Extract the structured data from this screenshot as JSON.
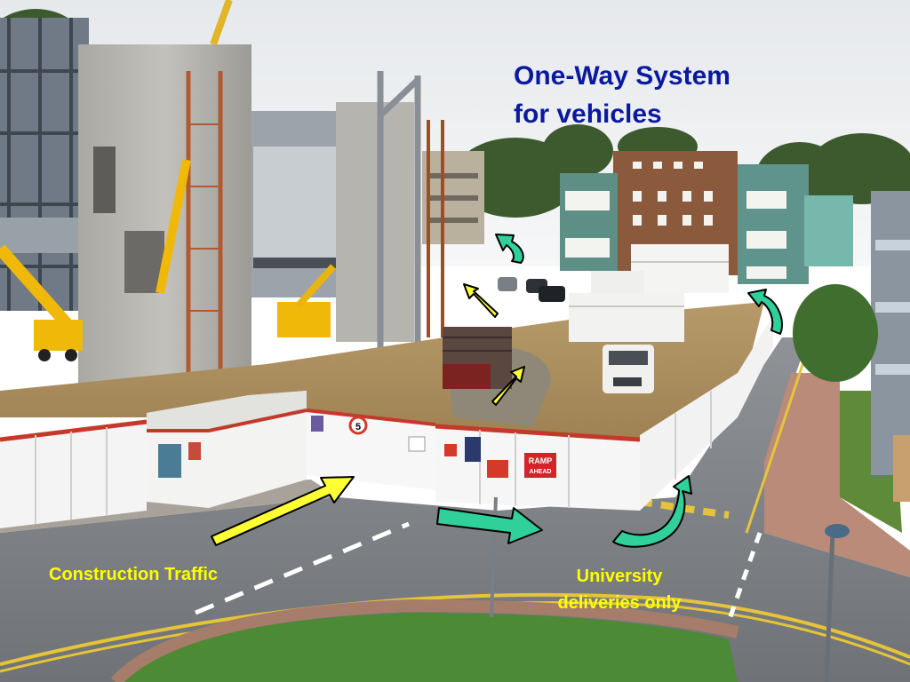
{
  "title": {
    "line1": "One-Way System",
    "line2": "for vehicles"
  },
  "captions": {
    "construction": "Construction Traffic",
    "university": "University deliveries only"
  },
  "signs": {
    "ramp_line1": "RAMP",
    "ramp_line2": "AHEAD",
    "speed_limit": "5"
  },
  "colors": {
    "title_text": "#0a1aa0",
    "caption_text": "#ffff00",
    "construction_arrow": "#ffff33",
    "university_arrow": "#2fd09a"
  },
  "icons": {
    "construction_arrows": "straight-arrow",
    "university_arrows": "curved-u-turn-arrow"
  }
}
